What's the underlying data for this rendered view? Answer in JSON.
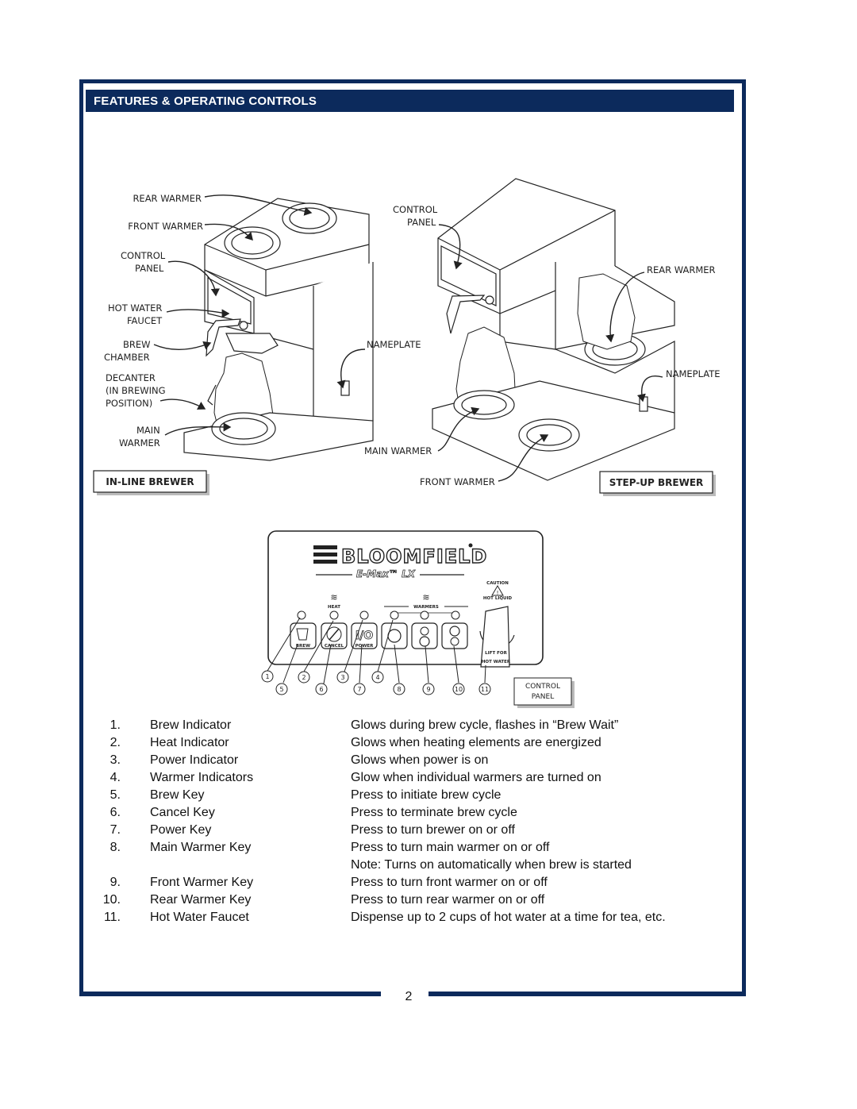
{
  "header": {
    "title": "FEATURES & OPERATING CONTROLS"
  },
  "inline_brewer": {
    "callouts": {
      "rear_warmer": "REAR WARMER",
      "front_warmer": "FRONT WARMER",
      "control": "CONTROL",
      "panel": "PANEL",
      "hot_water": "HOT WATER",
      "faucet": "FAUCET",
      "brew": "BREW",
      "chamber": "CHAMBER",
      "decanter": "DECANTER",
      "in_brewing": "(IN BREWING",
      "position": "POSITION)",
      "main": "MAIN",
      "warmer": "WARMER",
      "nameplate": "NAMEPLATE"
    },
    "tag": "IN-LINE BREWER"
  },
  "stepup_brewer": {
    "callouts": {
      "control": "CONTROL",
      "panel": "PANEL",
      "rear_warmer": "REAR WARMER",
      "nameplate": "NAMEPLATE",
      "main_warmer": "MAIN WARMER",
      "front_warmer": "FRONT WARMER"
    },
    "tag": "STEP-UP BREWER"
  },
  "control_panel": {
    "brand": "BLOOMFIELD",
    "model": "E-Max™ LX",
    "caution": "CAUTION",
    "hot_liquid": "HOT LIQUID",
    "heat": "HEAT",
    "warmers": "WARMERS",
    "brew_key": "BREW",
    "cancel_key": "CANCEL",
    "power_key": "POWER",
    "power_symbol": "I/O",
    "lift_for": "LIFT FOR",
    "hot_water": "HOT WATER",
    "tag_line1": "CONTROL",
    "tag_line2": "PANEL",
    "callout_numbers": [
      "1",
      "2",
      "3",
      "4",
      "5",
      "6",
      "7",
      "8",
      "9",
      "10",
      "11"
    ]
  },
  "features": [
    {
      "num": "1.",
      "name": "Brew Indicator",
      "desc": "Glows during brew cycle, flashes in “Brew Wait”"
    },
    {
      "num": "2.",
      "name": "Heat Indicator",
      "desc": "Glows when heating elements are energized"
    },
    {
      "num": "3.",
      "name": "Power Indicator",
      "desc": "Glows when power is on"
    },
    {
      "num": "4.",
      "name": "Warmer Indicators",
      "desc": "Glow when individual warmers are turned on"
    },
    {
      "num": "5.",
      "name": "Brew Key",
      "desc": "Press to initiate brew cycle"
    },
    {
      "num": "6.",
      "name": "Cancel Key",
      "desc": "Press to terminate brew cycle"
    },
    {
      "num": "7.",
      "name": "Power Key",
      "desc": "Press to turn brewer on or off"
    },
    {
      "num": "8.",
      "name": "Main Warmer Key",
      "desc": "Press to turn main warmer on or off"
    },
    {
      "num": "",
      "name": "",
      "desc": "Note:  Turns on automatically when brew is started"
    },
    {
      "num": "9.",
      "name": "Front Warmer Key",
      "desc": "Press to turn front warmer on or off"
    },
    {
      "num": "10.",
      "name": "Rear Warmer Key",
      "desc": "Press to turn rear warmer on or off"
    },
    {
      "num": "11.",
      "name": "Hot Water Faucet",
      "desc": "Dispense up to 2 cups of hot water at a time for tea, etc."
    }
  ],
  "page_number": "2",
  "colors": {
    "frame": "#0c2a5c",
    "header_text": "#ffffff"
  }
}
